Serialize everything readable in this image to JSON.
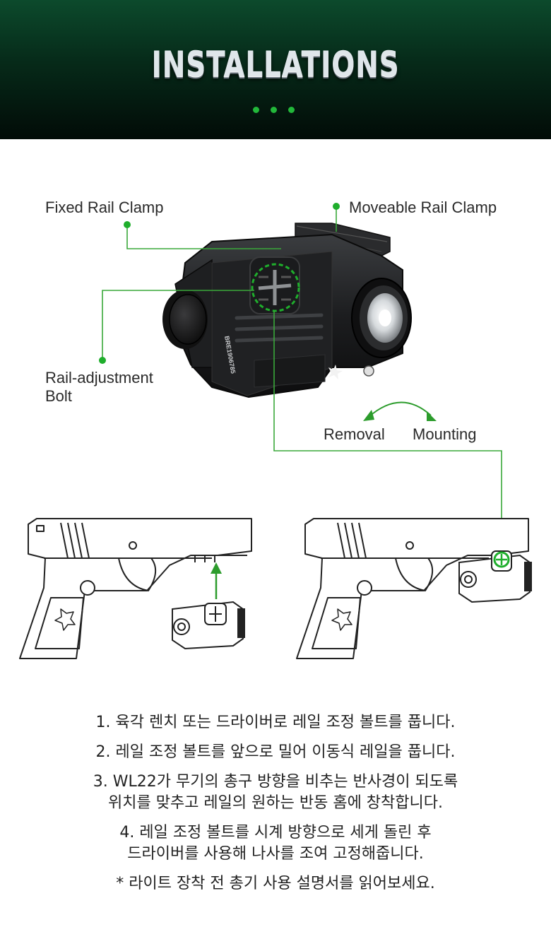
{
  "header": {
    "title": "INSTALLATIONS",
    "dots": 3,
    "accent_color": "#22b83a"
  },
  "diagram": {
    "labels": {
      "fixed_rail_clamp": "Fixed Rail Clamp",
      "moveable_rail_clamp": "Moveable Rail Clamp",
      "rail_adjustment_bolt_line1": "Rail-adjustment",
      "rail_adjustment_bolt_line2": "Bolt",
      "removal": "Removal",
      "mounting": "Mounting"
    },
    "device_serial": "BRE1906785",
    "leader_color": "#3aa83a"
  },
  "instructions": {
    "step1": "1. 육각 렌치 또는 드라이버로 레일 조정 볼트를 풉니다.",
    "step2": "2. 레일 조정 볼트를 앞으로 밀어 이동식 레일을 풉니다.",
    "step3_line1": "3. WL22가 무기의 총구 방향을 비추는 반사경이 되도록",
    "step3_line2": "위치를 맞추고 레일의 원하는 반동 홈에 창착합니다.",
    "step4_line1": "4. 레일 조정 볼트를 시계 방향으로 세게 돌린 후",
    "step4_line2": "드라이버를 사용해 나사를 조여 고정해줍니다.",
    "note": "* 라이트 장착 전 총기 사용 설명서를 읽어보세요."
  }
}
